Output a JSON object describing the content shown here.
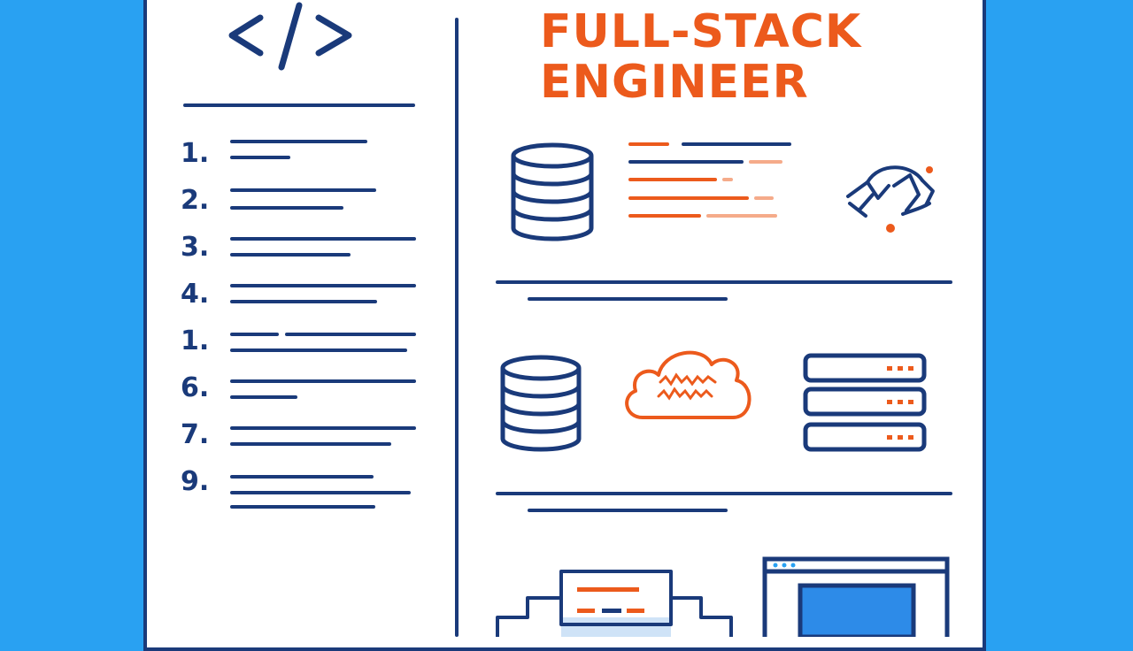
{
  "title": {
    "line1": "FULL-STACK",
    "line2": "ENGINEER"
  },
  "list": [
    {
      "num": "1."
    },
    {
      "num": "2."
    },
    {
      "num": "3."
    },
    {
      "num": "4."
    },
    {
      "num": "1."
    },
    {
      "num": "6."
    },
    {
      "num": "7."
    },
    {
      "num": "9."
    }
  ],
  "icons": {
    "code": "code-brackets-icon",
    "database": "database-icon",
    "cloud": "cloud-icon",
    "server": "server-rack-icon",
    "network": "network-icon",
    "browser": "browser-window-icon"
  },
  "colors": {
    "background": "#29a1f2",
    "navy": "#1a3a7a",
    "orange": "#ec5a1c"
  }
}
